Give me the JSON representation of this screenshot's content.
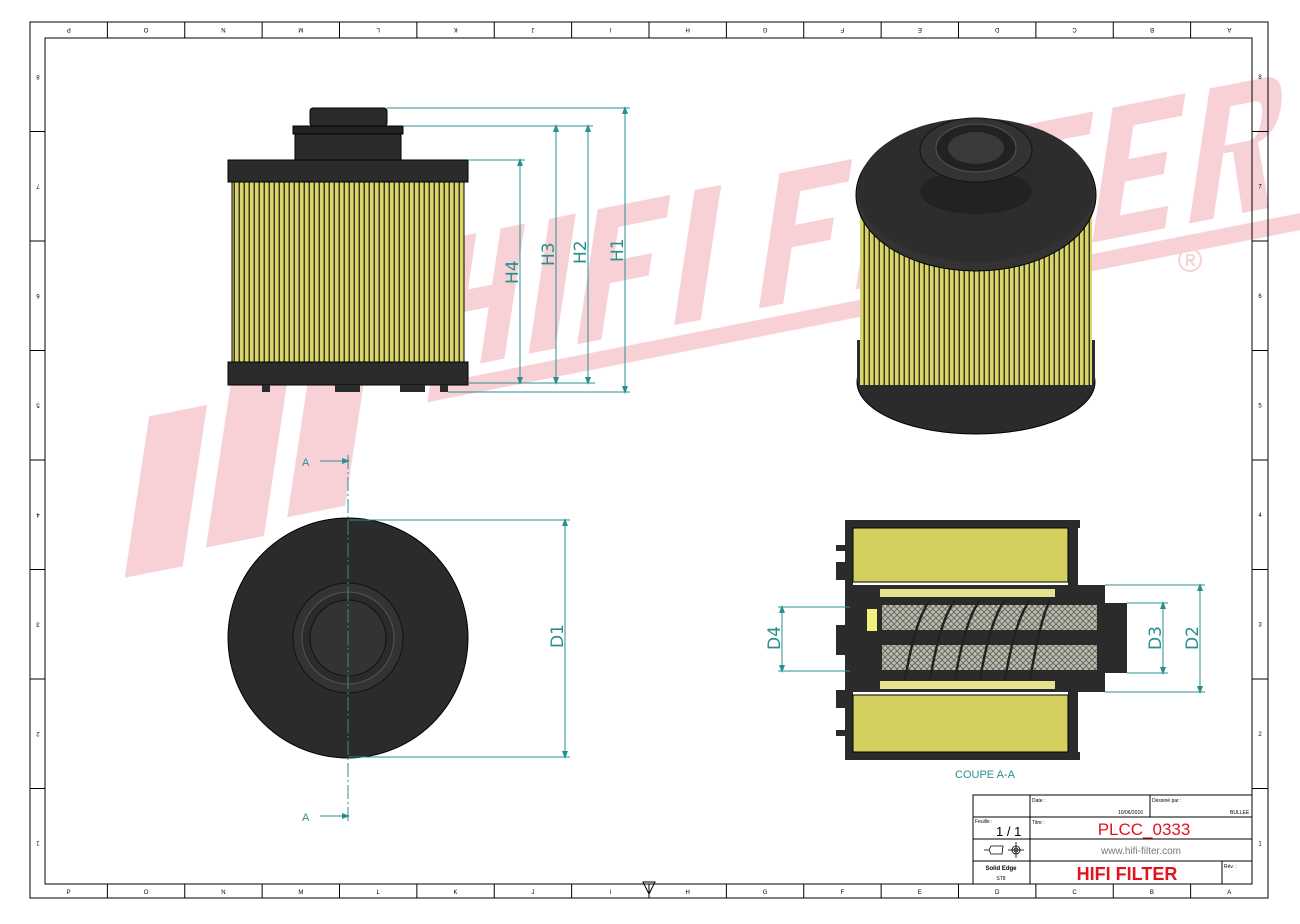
{
  "sheet": {
    "zones_horizontal": [
      "P",
      "O",
      "N",
      "M",
      "L",
      "K",
      "J",
      "I",
      "H",
      "G",
      "F",
      "E",
      "D",
      "C",
      "B",
      "A"
    ],
    "zones_vertical": [
      "8",
      "7",
      "6",
      "5",
      "4",
      "3",
      "2",
      "1"
    ]
  },
  "watermark": {
    "text": "HIFI FILTER",
    "registered": "®"
  },
  "views": {
    "front": {
      "dimensions": [
        "H1",
        "H2",
        "H3",
        "H4"
      ]
    },
    "bottom": {
      "dimensions": [
        "D1"
      ],
      "section_marker": "A"
    },
    "section": {
      "dimensions": [
        "D2",
        "D3",
        "D4"
      ],
      "caption": "COUPE A-A"
    }
  },
  "title_block": {
    "date_label": "Date :",
    "date_value": "10/06/2016",
    "drawn_by_label": "Dessiné par :",
    "drawn_by_value": "BULLEE",
    "sheet_label": "Feuille :",
    "sheet_value": "1 / 1",
    "title_label": "Titre :",
    "title_value": "PLCC_0333",
    "url": "www.hifi-filter.com",
    "software": "Solid Edge",
    "software_version": "ST8",
    "company": "HIFI FILTER",
    "rev_label": "Rév. :"
  },
  "colors": {
    "dimension": "#2a8f8f",
    "brand_red": "#e0141e",
    "media": "#d4d060",
    "body": "#2b2b2b",
    "watermark": "#f6c9cf"
  }
}
